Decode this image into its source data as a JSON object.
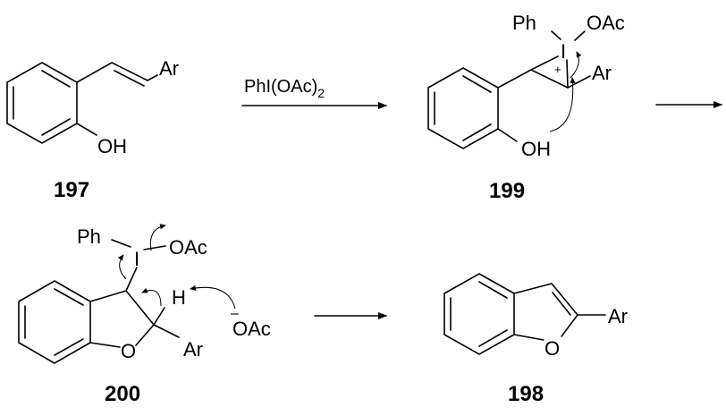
{
  "scheme": {
    "compounds": [
      {
        "id": "197",
        "atoms": {
          "ar": "Ar",
          "oh": "OH"
        }
      },
      {
        "id": "199",
        "atoms": {
          "ph": "Ph",
          "i": "I",
          "oac": "OAc",
          "ar": "Ar",
          "oh": "OH",
          "charge": "+"
        }
      },
      {
        "id": "200",
        "atoms": {
          "ph": "Ph",
          "i": "I",
          "oac": "OAc",
          "h": "H",
          "o": "O",
          "ar": "Ar"
        }
      },
      {
        "id": "198",
        "atoms": {
          "o": "O",
          "ar": "Ar"
        }
      }
    ],
    "reagent": {
      "main": "PhI(OAc)",
      "subscript": "2"
    },
    "acetate": {
      "charge": "–",
      "label": "OAc"
    },
    "colors": {
      "ink": "#000000",
      "background": "#ffffff"
    }
  }
}
